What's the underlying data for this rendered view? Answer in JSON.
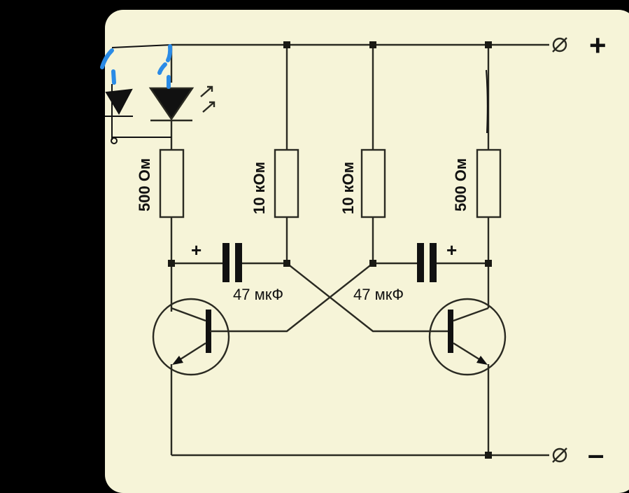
{
  "diagram": {
    "terminals": {
      "plus": "+",
      "minus": "–"
    },
    "resistors": {
      "r_left": "500 Ом",
      "r_mid_left": "10 кОм",
      "r_mid_right": "10 кОм",
      "r_right": "500 Ом"
    },
    "capacitors": {
      "c_left": "47 мкФ",
      "c_right": "47 мкФ",
      "c_left_polarity": "+",
      "c_right_polarity": "+"
    },
    "colors": {
      "paper": "#f6f4d8",
      "wire": "#2a2a22",
      "annotation_blue": "#2a8be6"
    }
  }
}
